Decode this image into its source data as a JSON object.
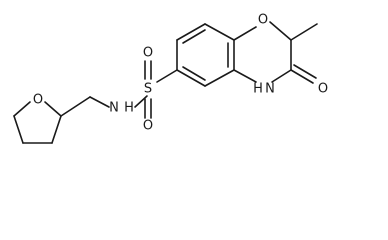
{
  "molecule": {
    "atom_labels": {
      "furan_oxygen": "O",
      "sulfonyl_o_top": "O",
      "sulfonyl_o_bottom": "O",
      "sulfur": "S",
      "sulfonamide_nh": "NH",
      "ring_oxygen": "O",
      "lactam_nh": "NH",
      "carbonyl_oxygen": "O",
      "hydrogen": "H",
      "nitrogen": "N"
    }
  }
}
